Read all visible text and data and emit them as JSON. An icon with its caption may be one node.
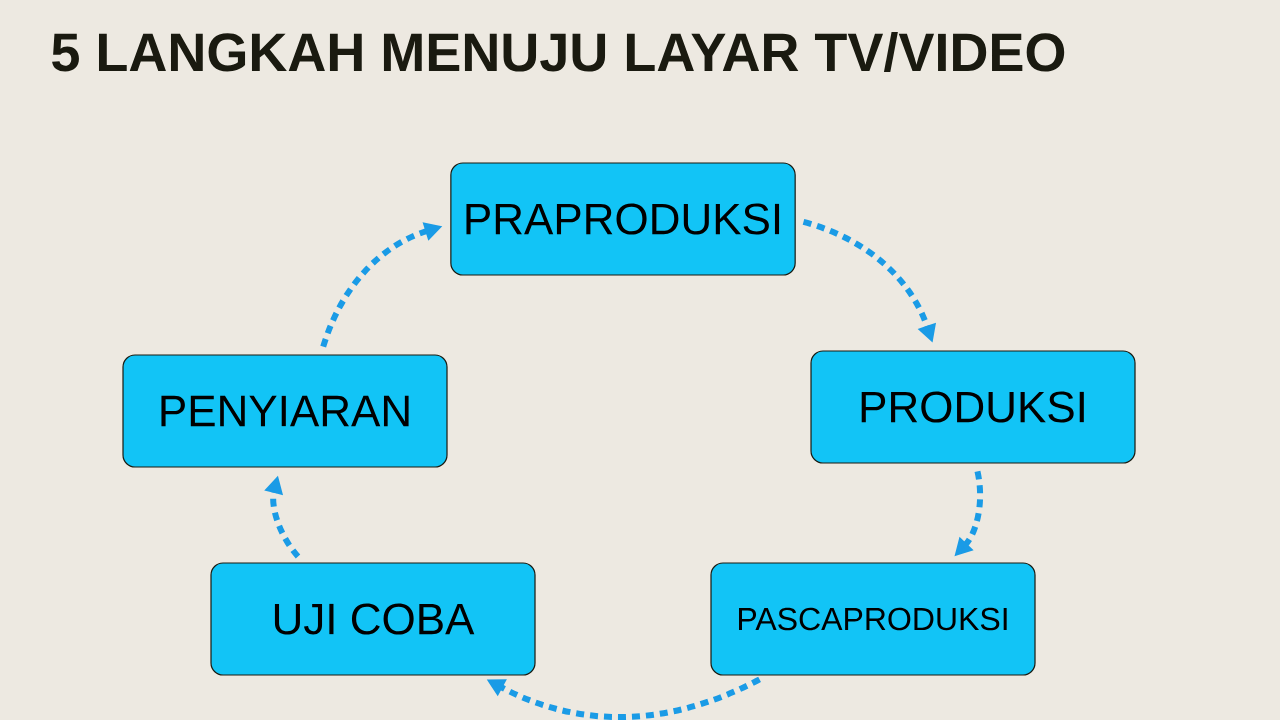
{
  "diagram": {
    "title": "5 LANGKAH MENUJU LAYAR TV/VIDEO",
    "nodes": [
      {
        "text": [
          "PRAPRODUKSI"
        ]
      },
      {
        "text": [
          "PRODUKSI"
        ]
      },
      {
        "text": [
          "PASCAPRODUKSI"
        ]
      },
      {
        "text": [
          "UJI COBA"
        ]
      },
      {
        "text": [
          "PENYIARAN"
        ]
      }
    ],
    "edges": [
      {
        "from": 0,
        "to": 1,
        "arrow": "to",
        "style": "dashed"
      },
      {
        "from": 1,
        "to": 2,
        "arrow": "to",
        "style": "dashed"
      },
      {
        "from": 2,
        "to": 3,
        "arrow": "to",
        "style": "dashed"
      },
      {
        "from": 3,
        "to": 4,
        "arrow": "to",
        "style": "dashed"
      },
      {
        "from": 4,
        "to": 0,
        "arrow": "to",
        "style": "dashed"
      }
    ]
  }
}
